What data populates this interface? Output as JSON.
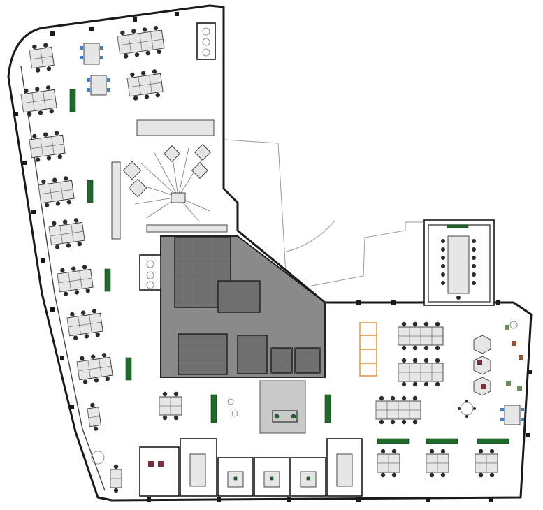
{
  "plan": {
    "colors": {
      "wall": "#1a1a1a",
      "core": "#8a8a8a",
      "plant": "#1f6b2a",
      "accent_blue": "#4a7fc0",
      "accent_maroon": "#7a2e3a",
      "accent_orange": "#e08a2e"
    },
    "icons": [
      "workstation-cluster",
      "plant-planter",
      "round-table",
      "meeting-room",
      "stair-core",
      "lift"
    ]
  }
}
